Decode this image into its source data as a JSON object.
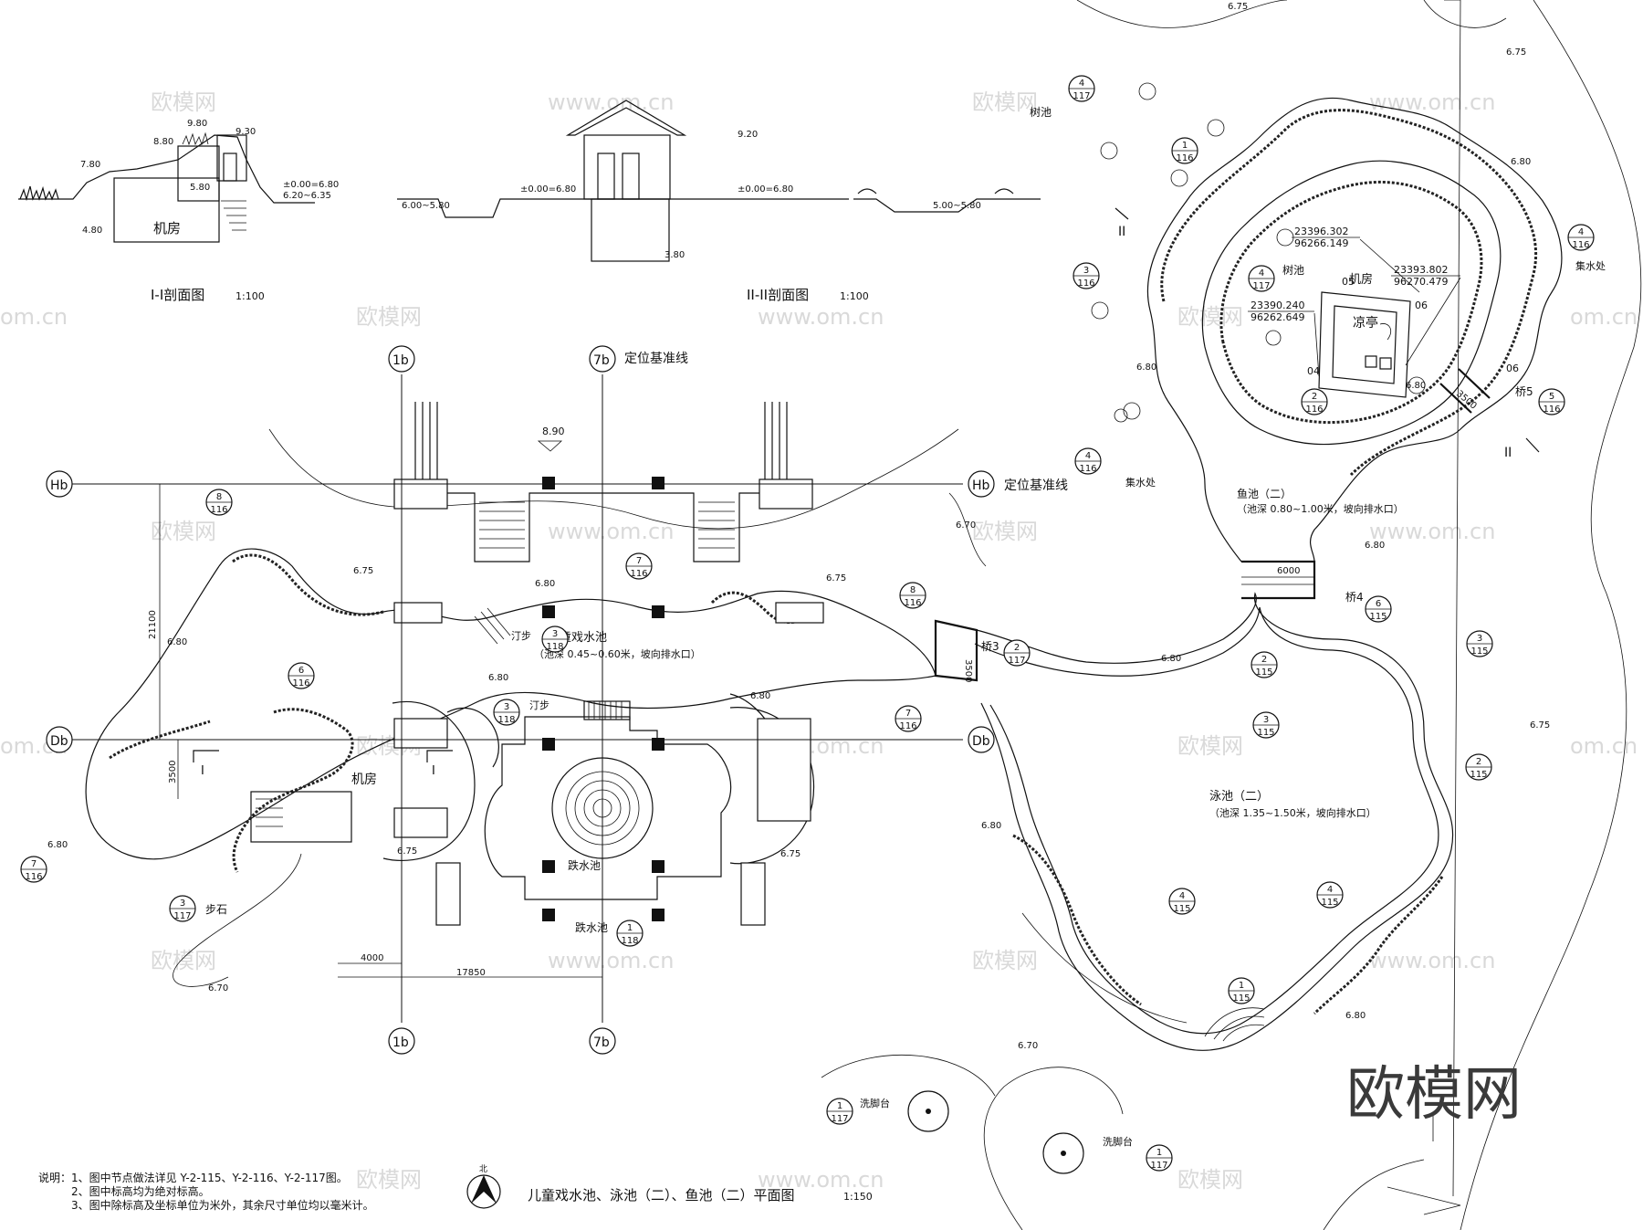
{
  "sections": {
    "s1_title": "I-I剖面图",
    "s1_scale": "1:100",
    "s2_title": "II-II剖面图",
    "s2_scale": "1:100",
    "elev_s1": [
      "9.80",
      "9.30",
      "8.80",
      "7.80",
      "5.80",
      "4.80",
      "±0.00=6.80",
      "6.20~6.35"
    ],
    "elev_s2": [
      "9.20",
      "±0.00=6.80",
      "±0.00=6.80",
      "6.00~5.80",
      "3.80",
      "5.00~5.80"
    ],
    "machine_room": "机房"
  },
  "plan": {
    "title": "儿童戏水池、泳池（二）、鱼池（二）平面图",
    "scale": "1:150",
    "north": "北",
    "axis_1": "1b",
    "axis_7": "7b",
    "axis_H": "Hb",
    "axis_D": "Db",
    "baseline_label": "定位基准线",
    "kids_pool": "儿童戏水池",
    "kids_pool_depth": "（池深 0.45~0.60米，坡向排水口）",
    "swim_pool": "泳池（二）",
    "swim_pool_depth": "（池深 1.35~1.50米，坡向排水口）",
    "fish_pool": "鱼池（二）",
    "fish_pool_depth": "（池深 0.80~1.00米，坡向排水口）",
    "fall_pool": "跌水池",
    "fall_pool2": "跌水池",
    "machine_room": "机房",
    "machine_room2": "机房",
    "pavilion": "凉亭",
    "tree_pit": "树池",
    "tree_pit2": "树池",
    "collect": "集水处",
    "collect2": "集水处",
    "stepping": "汀步",
    "stepping2": "汀步",
    "step_stone": "步石",
    "foot_wash": "洗脚台",
    "foot_wash2": "洗脚台",
    "bridge3": "桥3",
    "bridge4": "桥4",
    "bridge5": "桥5",
    "elev_890": "8.90",
    "elev_680": "6.80",
    "elev_675": "6.75",
    "elev_670": "6.70",
    "dim_21100": "21100",
    "dim_3500": "3500",
    "dim_3500b": "3500",
    "dim_3500c": "3500",
    "dim_4000": "4000",
    "dim_17850": "17850",
    "dim_6000": "6000",
    "coord_1a": "23396.302",
    "coord_1b": "96266.149",
    "coord_2a": "23393.802",
    "coord_2b": "96270.479",
    "coord_3a": "23390.240",
    "coord_3b": "96262.649",
    "pt_04": "04",
    "pt_05": "05",
    "pt_06": "06",
    "pt_06b": "06",
    "sec_I": "I",
    "sec_II": "II"
  },
  "details": [
    {
      "n": "8",
      "s": "116"
    },
    {
      "n": "7",
      "s": "116"
    },
    {
      "n": "3",
      "s": "118"
    },
    {
      "n": "8",
      "s": "116"
    },
    {
      "n": "6",
      "s": "116"
    },
    {
      "n": "3",
      "s": "118"
    },
    {
      "n": "7",
      "s": "116"
    },
    {
      "n": "2",
      "s": "117"
    },
    {
      "n": "7",
      "s": "116"
    },
    {
      "n": "3",
      "s": "117"
    },
    {
      "n": "1",
      "s": "118"
    },
    {
      "n": "4",
      "s": "117"
    },
    {
      "n": "1",
      "s": "116"
    },
    {
      "n": "3",
      "s": "116"
    },
    {
      "n": "4",
      "s": "117"
    },
    {
      "n": "2",
      "s": "116"
    },
    {
      "n": "4",
      "s": "116"
    },
    {
      "n": "4",
      "s": "116"
    },
    {
      "n": "5",
      "s": "116"
    },
    {
      "n": "6",
      "s": "115"
    },
    {
      "n": "2",
      "s": "115"
    },
    {
      "n": "3",
      "s": "115"
    },
    {
      "n": "3",
      "s": "115"
    },
    {
      "n": "2",
      "s": "115"
    },
    {
      "n": "4",
      "s": "115"
    },
    {
      "n": "4",
      "s": "115"
    },
    {
      "n": "1",
      "s": "115"
    },
    {
      "n": "1",
      "s": "117"
    },
    {
      "n": "1",
      "s": "117"
    }
  ],
  "notes": [
    "说明：1、图中节点做法详见 Y-2-115、Y-2-116、Y-2-117图。",
    "2、图中标高均为绝对标高。",
    "3、图中除标高及坐标单位为米外，其余尺寸单位均以毫米计。"
  ],
  "watermark": "欧模网",
  "watermark_url": "www.om.cn",
  "watermark_url2": "om.cn"
}
